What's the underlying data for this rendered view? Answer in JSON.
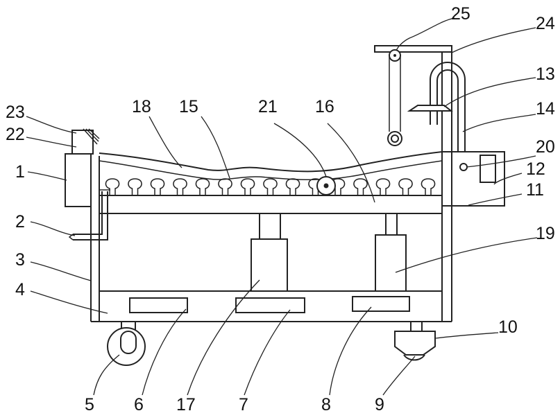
{
  "figure": {
    "labels": [
      {
        "id": "1",
        "text": "1"
      },
      {
        "id": "2",
        "text": "2"
      },
      {
        "id": "3",
        "text": "3"
      },
      {
        "id": "4",
        "text": "4"
      },
      {
        "id": "5",
        "text": "5"
      },
      {
        "id": "6",
        "text": "6"
      },
      {
        "id": "7",
        "text": "7"
      },
      {
        "id": "8",
        "text": "8"
      },
      {
        "id": "9",
        "text": "9"
      },
      {
        "id": "10",
        "text": "10"
      },
      {
        "id": "11",
        "text": "11"
      },
      {
        "id": "12",
        "text": "12"
      },
      {
        "id": "13",
        "text": "13"
      },
      {
        "id": "14",
        "text": "14"
      },
      {
        "id": "15",
        "text": "15"
      },
      {
        "id": "16",
        "text": "16"
      },
      {
        "id": "17",
        "text": "17"
      },
      {
        "id": "18",
        "text": "18"
      },
      {
        "id": "19",
        "text": "19"
      },
      {
        "id": "20",
        "text": "20"
      },
      {
        "id": "21",
        "text": "21"
      },
      {
        "id": "22",
        "text": "22"
      },
      {
        "id": "23",
        "text": "23"
      },
      {
        "id": "24",
        "text": "24"
      },
      {
        "id": "25",
        "text": "25"
      }
    ],
    "colors": {
      "line": "#222222",
      "background": "#ffffff"
    }
  }
}
